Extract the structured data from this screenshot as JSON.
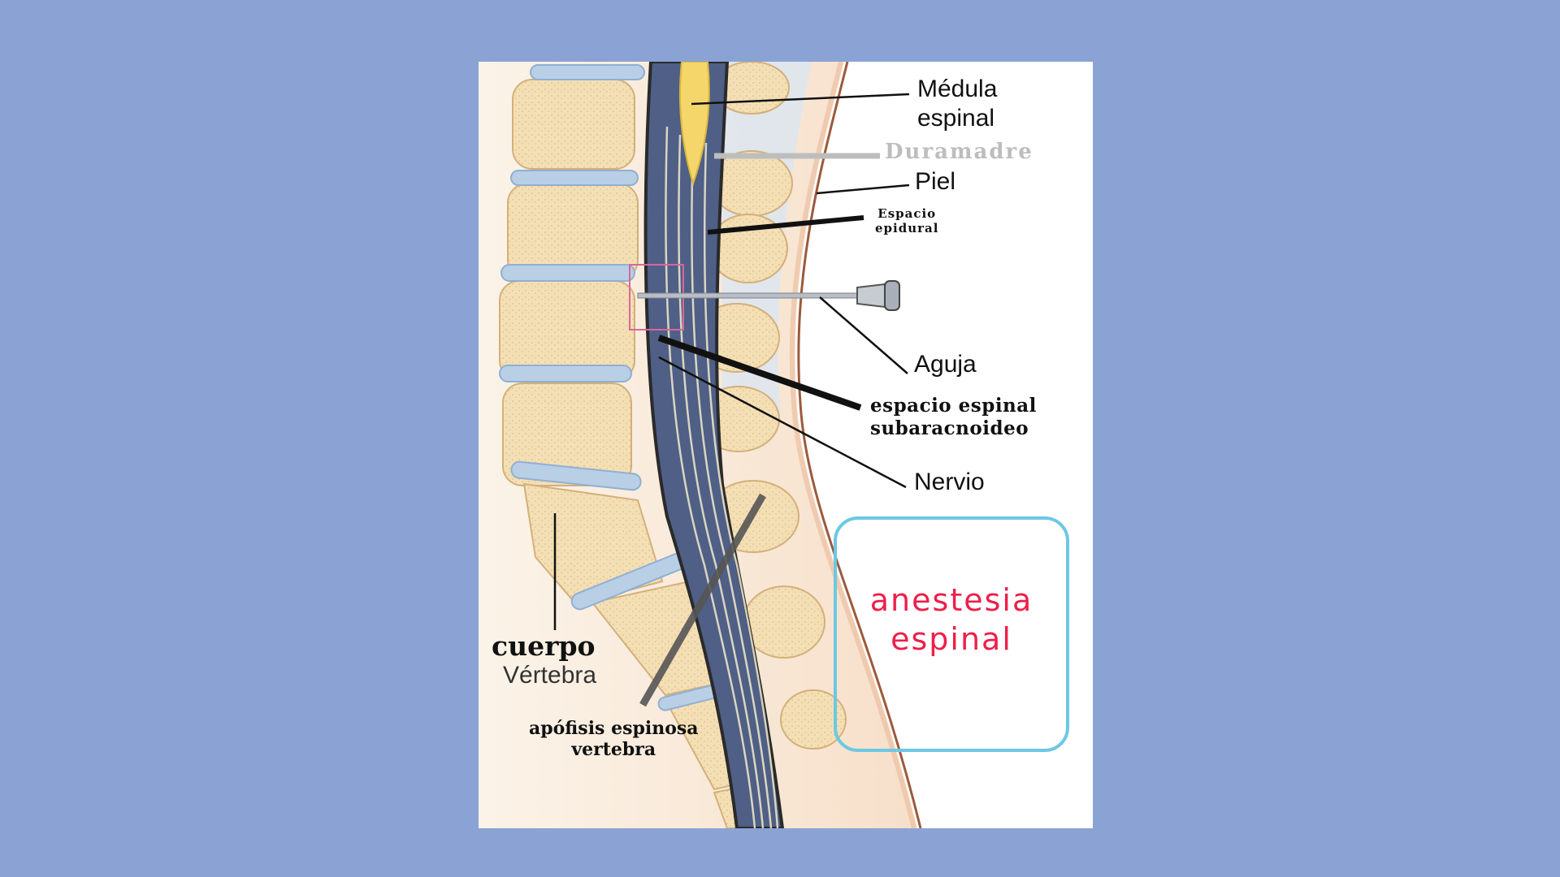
{
  "labels": {
    "medula": "Médula",
    "medula_2": "espinal",
    "duramadre": "Duramadre",
    "piel": "Piel",
    "epidural": "Espacio",
    "epidural_2": "epidural",
    "aguja": "Aguja",
    "subaracnoideo": "espacio espinal",
    "subaracnoideo_2": "subaracnoideo",
    "nervio": "Nervio",
    "cuerpo": "cuerpo",
    "vertebra": "Vértebra",
    "apofisis": "apófisis espinosa",
    "apofisis_2": "vertebra"
  },
  "callout": {
    "line1": "anestesia",
    "line2": "espinal"
  },
  "colors": {
    "background": "#8aa3d4",
    "callout_border": "#6cc8e4",
    "callout_text": "#ee1f4a",
    "bone": "#f4dfb5",
    "disc": "#b9cfe6",
    "spinal_cord": "#f5d66a"
  }
}
